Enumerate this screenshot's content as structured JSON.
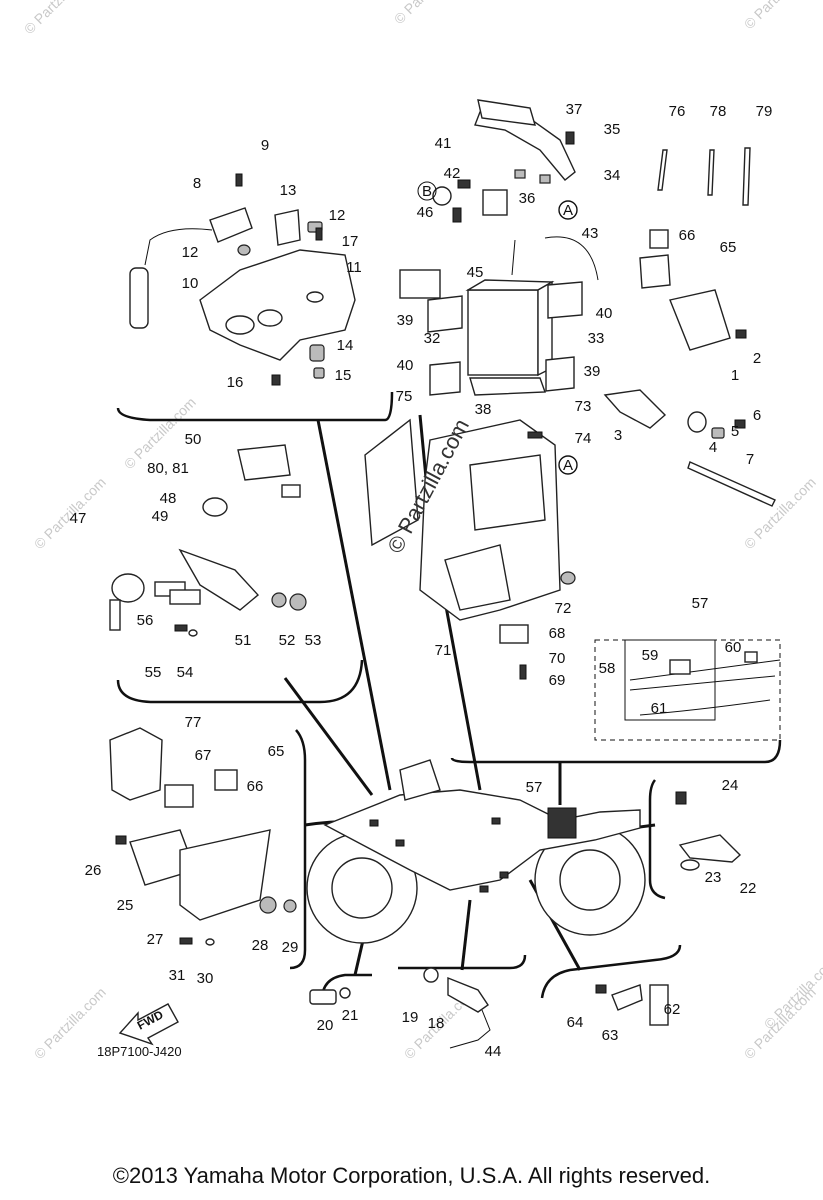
{
  "drawing_code": "18P7100-J420",
  "copyright": "©2013 Yamaha Motor Corporation, U.S.A. All rights reserved.",
  "watermark_center": "© Partzilla.com",
  "watermark_small": "© Partzilla.com",
  "fwd_label": "FWD",
  "ref_markers": [
    "A",
    "B"
  ],
  "callouts": [
    "1",
    "2",
    "3",
    "4",
    "5",
    "6",
    "7",
    "8",
    "9",
    "10",
    "11",
    "12",
    "13",
    "14",
    "15",
    "16",
    "17",
    "18",
    "19",
    "20",
    "21",
    "22",
    "23",
    "24",
    "25",
    "26",
    "27",
    "28",
    "29",
    "30",
    "31",
    "32",
    "33",
    "34",
    "35",
    "36",
    "37",
    "38",
    "39",
    "40",
    "41",
    "42",
    "43",
    "44",
    "45",
    "46",
    "47",
    "48",
    "49",
    "50",
    "51",
    "52",
    "53",
    "54",
    "55",
    "56",
    "57",
    "58",
    "59",
    "60",
    "61",
    "62",
    "63",
    "64",
    "65",
    "66",
    "67",
    "68",
    "69",
    "70",
    "71",
    "72",
    "73",
    "74",
    "75",
    "76",
    "77",
    "78",
    "79",
    "80, 81"
  ]
}
